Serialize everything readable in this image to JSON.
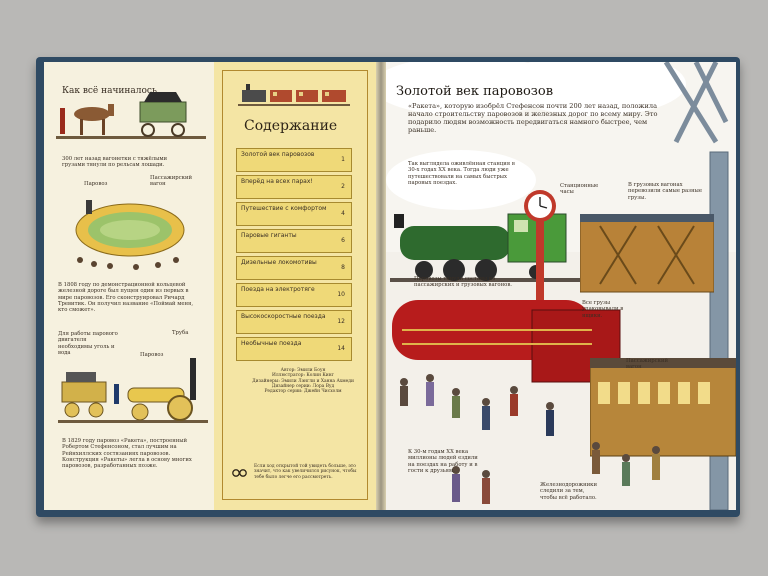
{
  "left_page": {
    "heading": "Как всё начиналось",
    "para1": "300 лет назад вагонетки с тяжёлыми грузами тянули по рельсам лошади.",
    "label_steam": "Паровоз",
    "label_wagon": "Пассажирский вагон",
    "para2": "В 1808 году по демонстрационной кольцевой железной дороге был пущен один из первых в мире паровозов. Его сконструировал Ричард Тревитик. Он получил название «Поймай меня, кто сможет».",
    "note_fuel": "Для работы парового двигателя необходимы уголь и вода",
    "label_steam2": "Паровоз",
    "label_pipe": "Труба",
    "para3": "В 1829 году паровоз «Ракета», построенный Робертом Стефенсоном, стал лучшим на Рейнхиллских состязаниях паровозов. Конструкция «Ракеты» легла в основу многих паровозов, разработанных позже."
  },
  "toc": {
    "title": "Содержание",
    "items": [
      {
        "label": "Золотой век паровозов",
        "page": "1"
      },
      {
        "label": "Вперёд на всех парах!",
        "page": "2"
      },
      {
        "label": "Путешествие с комфортом",
        "page": "4"
      },
      {
        "label": "Паровые гиганты",
        "page": "6"
      },
      {
        "label": "Дизельные локомотивы",
        "page": "8"
      },
      {
        "label": "Поезда на электротяге",
        "page": "10"
      },
      {
        "label": "Высокоскоростные поезда",
        "page": "12"
      },
      {
        "label": "Необычные поезда",
        "page": "14"
      }
    ],
    "credits": "Автор: Эмили Боун\nИллюстратор: Колин Кинг\nДизайнеры: Эмили Лэнгли и Ханна Ахмеди\nДизайнер серии: Лора Вуд\nРедактор серии: Джейн Чисхолм",
    "footer": "Если ход открытой той увидеть больше, это значит, что как увеличился рисунок, чтобы тебе было легче его рассмотреть."
  },
  "right_page": {
    "heading": "Золотой век паровозов",
    "intro": "«Ракета», которую изобрёл Стефенсон почти 200 лет назад, положила начало строительству паровозов и железных дорог по всему миру. Это подарило людям возможность передвигаться намного быстрее, чем раньше.",
    "station_note": "Так выглядела оживлённая станция в 30-х годах XX века. Тогда люди уже путешествовали на самых быстрых паровых поездах.",
    "label_clock": "Станционные часы",
    "label_freight": "В грузовых вагонах перевозили самые разные грузы.",
    "label_trains": "Паровозы тянули составы из пассажирских и грузовых вагонов.",
    "label_cargo": "Все грузы упаковывали в ящики.",
    "label_carriage": "Пассажирский вагон",
    "label_people": "К 30-м годам XX века миллионы людей ездили на поездах на работу и в гости к друзьям.",
    "label_railway": "Железнодорожники следили за тем, чтобы всё работало."
  }
}
